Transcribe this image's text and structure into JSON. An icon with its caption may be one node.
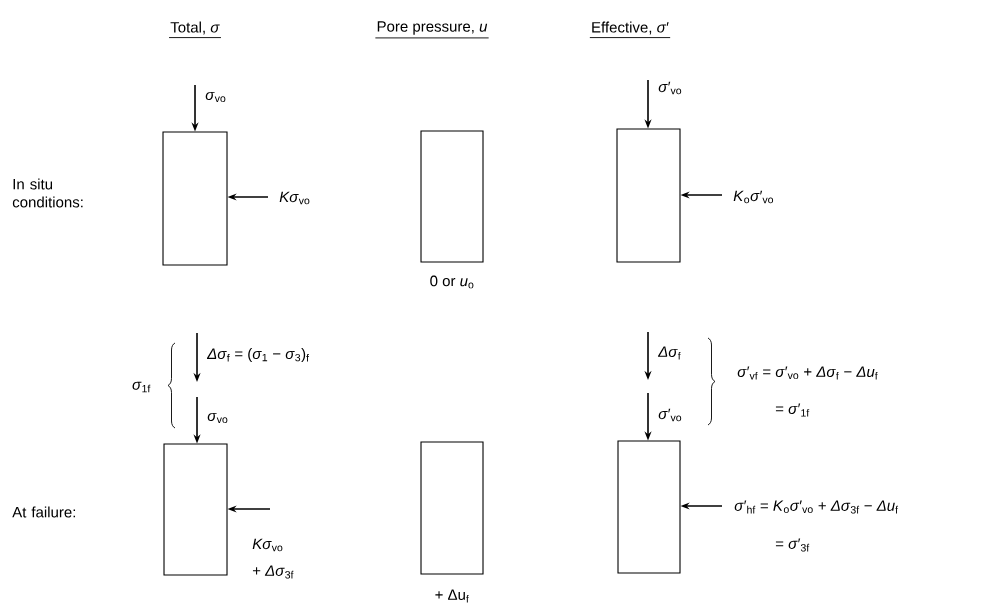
{
  "diagram": {
    "nodes": [
      {
        "text": [],
        "shape": "box"
      },
      {
        "text": [],
        "shape": "box",
        "beside": [
          "0 or *u*$_{o}$"
        ]
      },
      {
        "text": [],
        "shape": "box"
      },
      {
        "text": [],
        "shape": "box"
      },
      {
        "text": [],
        "shape": "box",
        "beside": [
          "+ Δu$_{f}$"
        ]
      },
      {
        "text": [],
        "shape": "box"
      }
    ],
    "edges": [
      {
        "from": null,
        "to": 0,
        "arrow": "to",
        "label": "*σ*$_{vo}$"
      },
      {
        "from": null,
        "to": 0,
        "arrow": "to",
        "label": "*Kσ*$_{vo}$"
      },
      {
        "from": null,
        "to": 2,
        "arrow": "to",
        "label": "*σ*′$_{vo}$"
      },
      {
        "from": null,
        "to": 2,
        "arrow": "to",
        "label": "*K*$_{o}$*σ*′$_{vo}$"
      },
      {
        "from": null,
        "to": 3,
        "arrow": "to",
        "label": "*σ*$_{vo}$"
      },
      {
        "from": null,
        "to": 3,
        "arrow": "to",
        "label": "*Kσ*$_{vo}$"
      },
      {
        "from": null,
        "to": 5,
        "arrow": "to",
        "label": "*σ*′$_{vo}$"
      },
      {
        "from": null,
        "to": 5,
        "arrow": "to",
        "label": "*σ*′$_{hf}$ = *K*$_{o}$*σ*′$_{vo}$ + *Δσ*$_{3f}$ − *Δu*$_{f}$"
      }
    ],
    "labels": [
      "Total, *σ*",
      "Pore pressure, *u*",
      "Effective, *σ*′",
      "In situ conditions:",
      "*σ*$_{1f}$",
      "*Δσ*$_{f}$ = (*σ*$_{1}$ − *σ*$_{3}$)$_{f}$",
      "*Δσ*$_{f}$",
      "*σ*′$_{vf}$ = *σ*′$_{vo}$ + *Δσ*$_{f}$ − *Δu*$_{f}$",
      "= *σ*′$_{1f}$",
      "At failure:",
      "+ *Δσ*$_{3f}$",
      "= *σ*′$_{3f}$"
    ]
  }
}
